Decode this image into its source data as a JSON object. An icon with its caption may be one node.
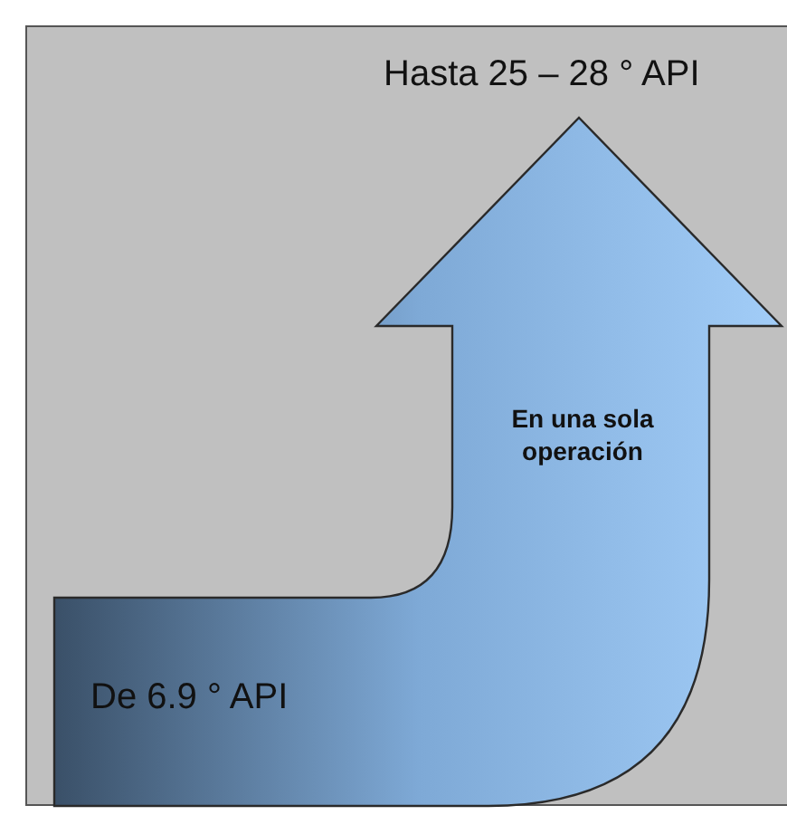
{
  "diagram": {
    "nodes": [
      {
        "text": [
          "En una sola operación",
          "De 6.9 ° API"
        ],
        "beside": [
          "Hasta 25 – 28 ° API"
        ]
      }
    ]
  }
}
